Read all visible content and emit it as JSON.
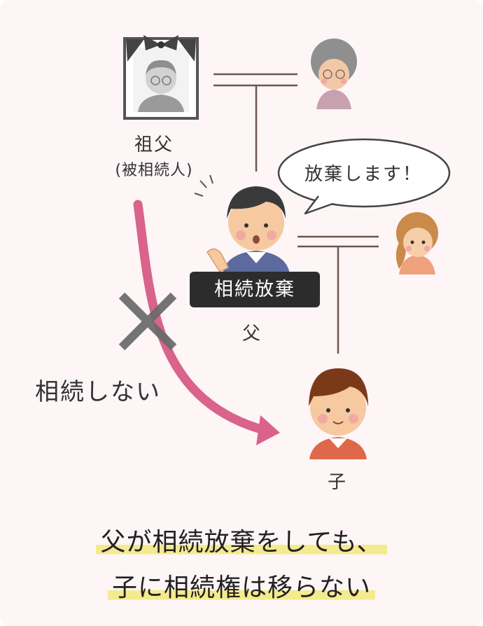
{
  "people": {
    "grandfather": {
      "label": "祖父",
      "sub": "(被相続人)"
    },
    "father": {
      "label": "父",
      "badge": "相続放棄",
      "speech": "放棄します！"
    },
    "child": {
      "label": "子"
    }
  },
  "arrow": {
    "label": "相続しない"
  },
  "summary": {
    "line1": "父が相続放棄をしても、",
    "line2": "子に相続権は移らない"
  },
  "colors": {
    "background": "#fdf5f6",
    "arrow": "#d9638a",
    "cross": "#6a6a6a",
    "line": "#6b5750",
    "badge": "#2c2c2c",
    "highlight": "#f4ea8e"
  }
}
